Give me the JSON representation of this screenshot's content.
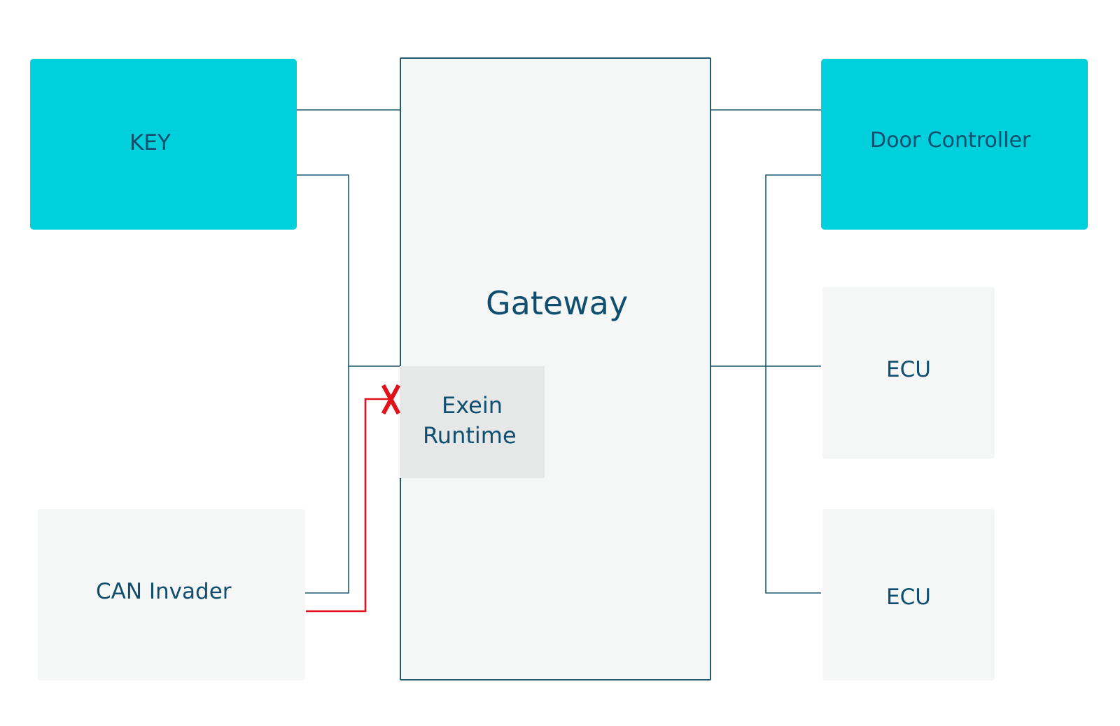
{
  "nodes": {
    "key": "KEY",
    "door_controller": "Door Controller",
    "gateway": "Gateway",
    "runtime_line1": "Exein",
    "runtime_line2": "Runtime",
    "ecu_top": "ECU",
    "ecu_bottom": "ECU",
    "can_invader": "CAN Invader"
  },
  "colors": {
    "teal": "#00cfdc",
    "box_grey": "#f5f6f6",
    "runtime_grey": "#e6e8e8",
    "line": "#1f5a72",
    "attack": "#e0121b",
    "text": "#0f4e6e"
  },
  "icons": {
    "blocked": "blocked-x-icon"
  }
}
